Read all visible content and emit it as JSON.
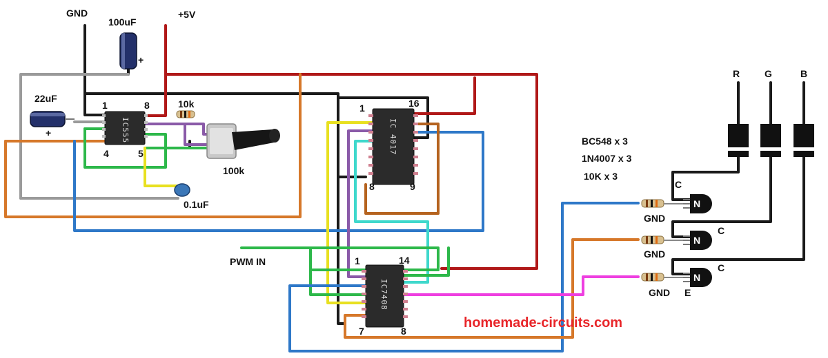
{
  "labels": {
    "gnd": "GND",
    "vcc": "+5V",
    "cap_100uf": "100uF",
    "cap_22uf": "22uF",
    "cap_01uf": "0.1uF",
    "plus_a": "+",
    "plus_b": "+",
    "res_10k": "10k",
    "pot_100k": "100k",
    "pwm_in": "PWM IN",
    "bom_line1": "BC548 x 3",
    "bom_line2": "1N4007 x 3",
    "bom_line3": "10K x 3",
    "led_r": "R",
    "led_g": "G",
    "led_b": "B",
    "gnd_t1": "GND",
    "gnd_t2": "GND",
    "gnd_t3": "GND",
    "c_t1": "C",
    "c_t2": "C",
    "c_t3": "C",
    "e_t3": "E",
    "watermark": "homemade-circuits.com"
  },
  "ic555": {
    "text": "IC555",
    "pin1": "1",
    "pin8": "8",
    "pin4": "4",
    "pin5": "5"
  },
  "ic4017": {
    "text": "IC 4017",
    "pin1": "1",
    "pin16": "16",
    "pin8": "8",
    "pin9": "9"
  },
  "ic7408": {
    "text": "IC7408",
    "pin1": "1",
    "pin14": "14",
    "pin7": "7",
    "pin8": "8"
  },
  "transistor_glyph": "N",
  "wire_colors": {
    "black": "#1a1a1a",
    "red": "#b01818",
    "gray": "#9a9a9a",
    "green": "#2db84a",
    "orange": "#d6782a",
    "blue": "#2e78c8",
    "yellow": "#e8e020",
    "purple": "#8a5aa8",
    "cyan": "#3fd8cc",
    "magenta": "#ee3fe0",
    "brown": "#b5631f"
  }
}
